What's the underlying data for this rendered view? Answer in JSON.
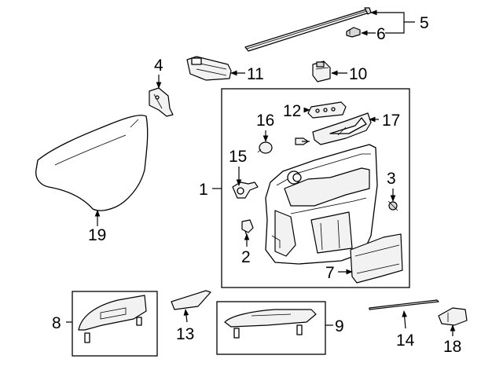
{
  "diagram": {
    "callouts": {
      "c1": "1",
      "c2": "2",
      "c3": "3",
      "c4": "4",
      "c5": "5",
      "c6": "6",
      "c7": "7",
      "c8": "8",
      "c9": "9",
      "c10": "10",
      "c11": "11",
      "c12": "12",
      "c13": "13",
      "c14": "14",
      "c15": "15",
      "c16": "16",
      "c17": "17",
      "c18": "18",
      "c19": "19"
    },
    "colors": {
      "line": "#000000",
      "background": "#ffffff",
      "fill_light": "#f2f2f2",
      "fill_dark": "#d8d8d8"
    }
  }
}
